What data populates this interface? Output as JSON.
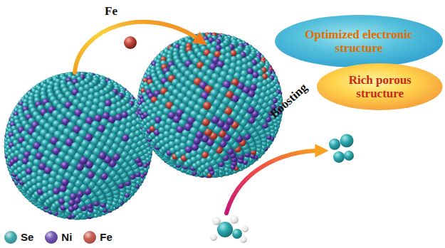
{
  "diagram": {
    "nodes": [
      {
        "text": [
          "Optimized electronic structure"
        ]
      },
      {
        "text": [
          "Rich porous structure"
        ]
      }
    ],
    "labels": [
      "Fe",
      "Boosting"
    ],
    "legend": [
      {
        "text": "Se",
        "color": "#2a9fa6"
      },
      {
        "text": "Ni",
        "color": "#5e3aa6"
      },
      {
        "text": "Fe",
        "color": "#c0473a"
      }
    ]
  }
}
